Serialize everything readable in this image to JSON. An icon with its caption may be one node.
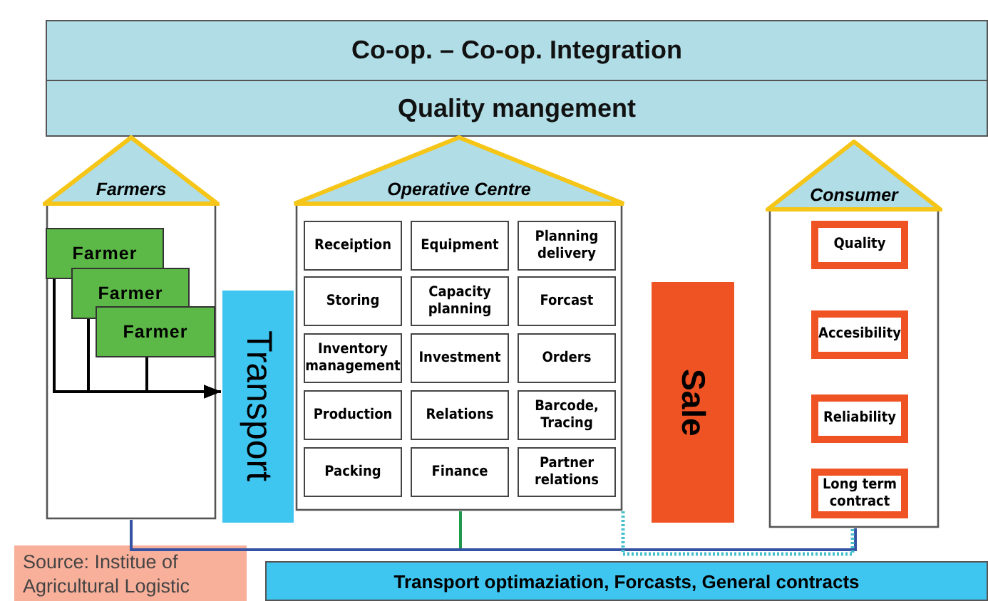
{
  "diagram": {
    "nodes": [
      {
        "text": [
          "Co-op. – Co-op. Integration"
        ]
      },
      {
        "text": [
          "Quality mangement"
        ]
      },
      {
        "text": [
          "Farmers"
        ]
      },
      {
        "text": [
          "Farmer"
        ],
        "in": 2
      },
      {
        "text": [
          "Farmer"
        ],
        "in": 2
      },
      {
        "text": [
          "Farmer"
        ],
        "in": 2
      },
      {
        "text": [
          "Transport"
        ]
      },
      {
        "text": [
          "Operative Centre"
        ]
      },
      {
        "text": [
          "Receiption"
        ],
        "in": 7
      },
      {
        "text": [
          "Equipment"
        ],
        "in": 7
      },
      {
        "text": [
          "Planning delivery"
        ],
        "in": 7
      },
      {
        "text": [
          "Storing"
        ],
        "in": 7
      },
      {
        "text": [
          "Capacity planning"
        ],
        "in": 7
      },
      {
        "text": [
          "Forcast"
        ],
        "in": 7
      },
      {
        "text": [
          "Inventory management"
        ],
        "in": 7
      },
      {
        "text": [
          "Investment"
        ],
        "in": 7
      },
      {
        "text": [
          "Orders"
        ],
        "in": 7
      },
      {
        "text": [
          "Production"
        ],
        "in": 7
      },
      {
        "text": [
          "Relations"
        ],
        "in": 7
      },
      {
        "text": [
          "Barcode, Tracing"
        ],
        "in": 7
      },
      {
        "text": [
          "Packing"
        ],
        "in": 7
      },
      {
        "text": [
          "Finance"
        ],
        "in": 7
      },
      {
        "text": [
          "Partner relations"
        ],
        "in": 7
      },
      {
        "text": [
          "Sale"
        ]
      },
      {
        "text": [
          "Consumer"
        ]
      },
      {
        "text": [
          "Quality"
        ],
        "in": 24
      },
      {
        "text": [
          "Accesibility"
        ],
        "in": 24
      },
      {
        "text": [
          "Reliability"
        ],
        "in": 24
      },
      {
        "text": [
          "Long term contract"
        ],
        "in": 24
      },
      {
        "text": [
          "Transport optimaziation, Forcasts, General contracts"
        ]
      }
    ],
    "edges": [
      {
        "from": 3,
        "to": 6,
        "arrow": "to"
      },
      {
        "from": 4,
        "to": 6,
        "arrow": "to"
      },
      {
        "from": 5,
        "to": 6,
        "arrow": "to"
      },
      {
        "from": 7,
        "to": 24,
        "arrow": "none",
        "color": "#1f9a4c"
      },
      {
        "from": 2,
        "to": 24,
        "arrow": "none",
        "color": "#3552a3"
      },
      {
        "from": 7,
        "to": 24,
        "arrow": "none",
        "style": "dashed",
        "color": "#47bfcc"
      }
    ],
    "labels": [
      "Source: Institue of Agricultural Logistic"
    ]
  }
}
